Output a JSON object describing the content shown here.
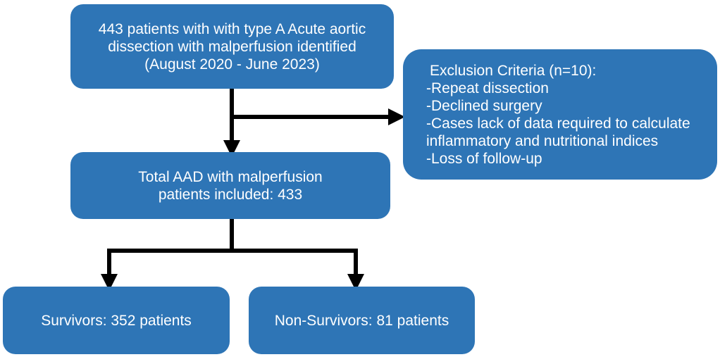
{
  "flowchart": {
    "top_box": {
      "lines": [
        "443 patients with with type A Acute aortic",
        "dissection with malperfusion identified",
        "(August 2020 - June 2023)"
      ]
    },
    "exclusion_box": {
      "title": "Exclusion Criteria (n=10):",
      "items": [
        "-Repeat dissection",
        "-Declined surgery",
        "-Cases lack of data required to calculate",
        "inflammatory and nutritional indices",
        "-Loss of follow-up"
      ]
    },
    "total_box": {
      "lines": [
        "Total AAD with malperfusion",
        "patients included: 433"
      ]
    },
    "survivors_box": {
      "label": "Survivors: 352 patients"
    },
    "nonsurvivors_box": {
      "label": "Non-Survivors: 81 patients"
    },
    "colors": {
      "box_fill": "#2e75b6",
      "box_text": "#ffffff",
      "arrow": "#000000"
    }
  }
}
